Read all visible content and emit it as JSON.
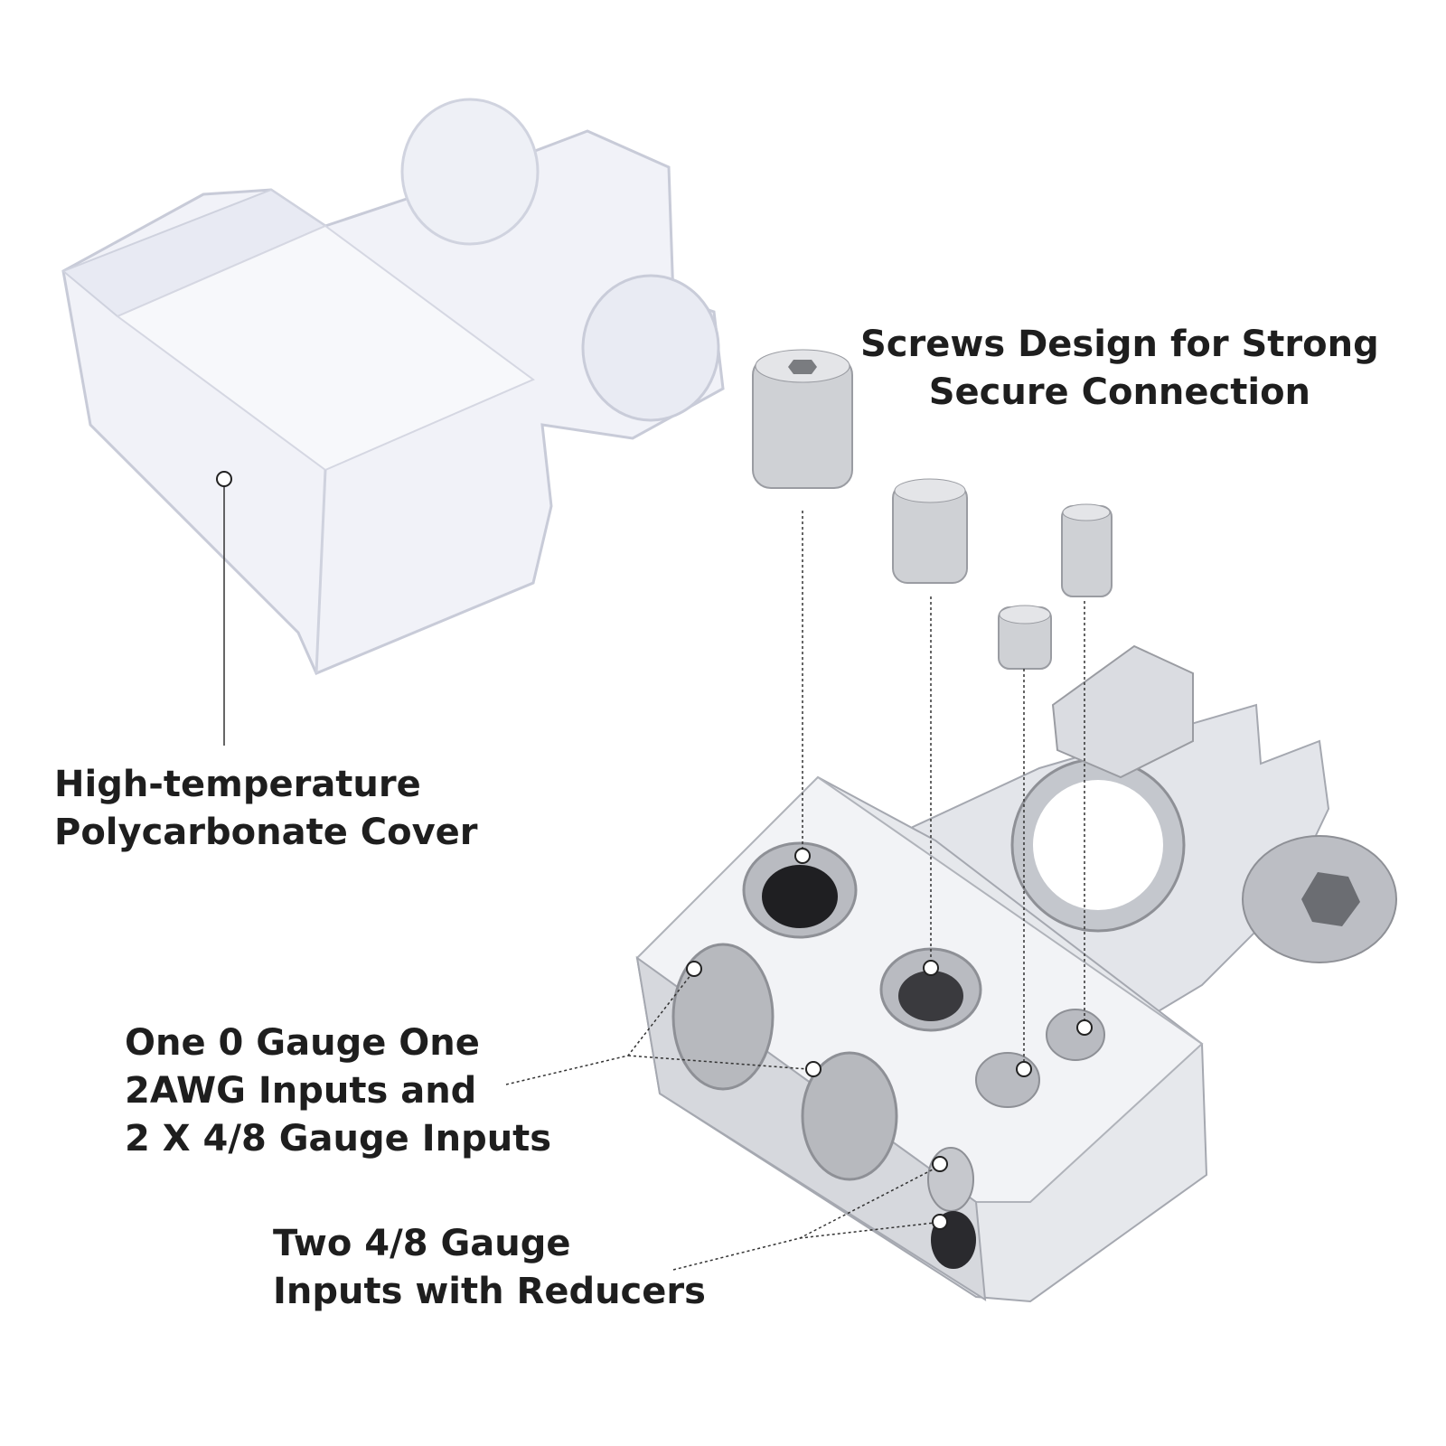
{
  "callouts": {
    "screws": {
      "lines": [
        "Screws Design for Strong",
        "Secure Connection"
      ]
    },
    "cover": {
      "lines": [
        "High-temperature",
        "Polycarbonate Cover"
      ]
    },
    "inputs": {
      "lines": [
        "One 0 Gauge One",
        "2AWG Inputs and",
        "2 X 4/8 Gauge Inputs"
      ]
    },
    "reducers": {
      "lines": [
        "Two 4/8 Gauge",
        "Inputs with Reducers"
      ]
    }
  },
  "colors": {
    "text": "#1e1e1e",
    "metal": "#d9dbe0",
    "metal_dark": "#8e9096",
    "cover": "#eef0f6"
  }
}
